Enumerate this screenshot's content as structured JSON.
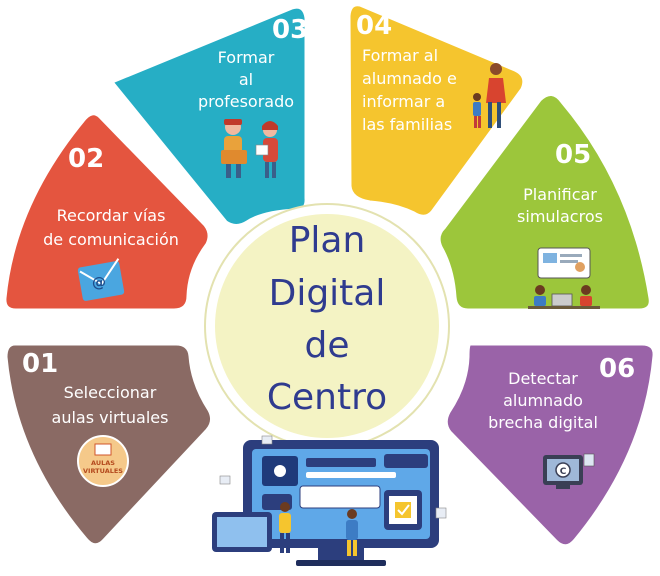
{
  "center": {
    "lines": [
      "Plan",
      "Digital",
      "de",
      "Centro"
    ],
    "fill": "#f4f3c4",
    "text_color": "#2f3b8f"
  },
  "segments": [
    {
      "number": "01",
      "lines": [
        "Seleccionar",
        "aulas virtuales"
      ],
      "color": "#8a6a64",
      "icon": "aulas-virtuales-badge-icon",
      "badge_text": [
        "AULAS",
        "VIRTUALES"
      ]
    },
    {
      "number": "02",
      "lines": [
        "Recordar vías",
        "de comunicación"
      ],
      "color": "#e4553f",
      "icon": "email-envelope-icon"
    },
    {
      "number": "03",
      "lines": [
        "Formar",
        "al",
        "profesorado"
      ],
      "color": "#26aec5",
      "icon": "teachers-icon"
    },
    {
      "number": "04",
      "lines": [
        "Formar al",
        "alumnado e",
        "informar a",
        "las familias"
      ],
      "color": "#f5c52e",
      "icon": "family-icon"
    },
    {
      "number": "05",
      "lines": [
        "Planificar",
        "simulacros"
      ],
      "color": "#9cc63b",
      "icon": "online-class-icon"
    },
    {
      "number": "06",
      "lines": [
        "Detectar",
        "alumnado",
        "brecha digital"
      ],
      "color": "#9a63a8",
      "icon": "device-access-icon"
    }
  ],
  "bottom_illustration": {
    "icon": "digital-devices-illustration-icon"
  }
}
